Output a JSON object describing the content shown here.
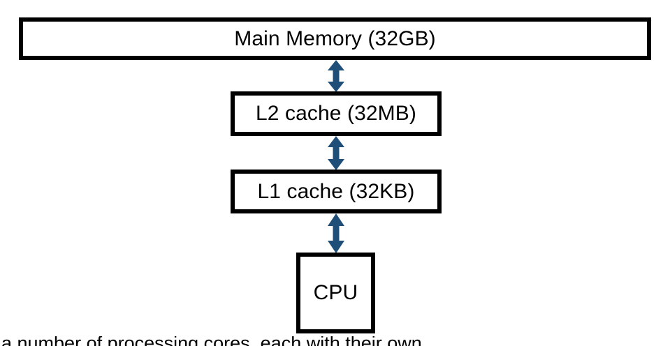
{
  "diagram": {
    "type": "memory-hierarchy",
    "background_color": "#FFFFFF",
    "box_border_color": "#000000",
    "box_fill_color": "#FFFFFF",
    "arrow_color": "#1F4E79",
    "text_color": "#000000",
    "nodes": [
      {
        "id": "main-memory",
        "label": "Main Memory (32GB)"
      },
      {
        "id": "l2-cache",
        "label": "L2 cache (32MB)"
      },
      {
        "id": "l1-cache",
        "label": "L1 cache (32KB)"
      },
      {
        "id": "cpu",
        "label": "CPU"
      }
    ],
    "connectors": [
      {
        "id": "memory-l2",
        "from": "main-memory",
        "to": "l2-cache",
        "style": "double-headed-arrow"
      },
      {
        "id": "l2-l1",
        "from": "l2-cache",
        "to": "l1-cache",
        "style": "double-headed-arrow"
      },
      {
        "id": "l1-cpu",
        "from": "l1-cache",
        "to": "cpu",
        "style": "double-headed-arrow"
      }
    ]
  },
  "caption": {
    "clipped_line": "a number of processing cores, each with their own"
  }
}
